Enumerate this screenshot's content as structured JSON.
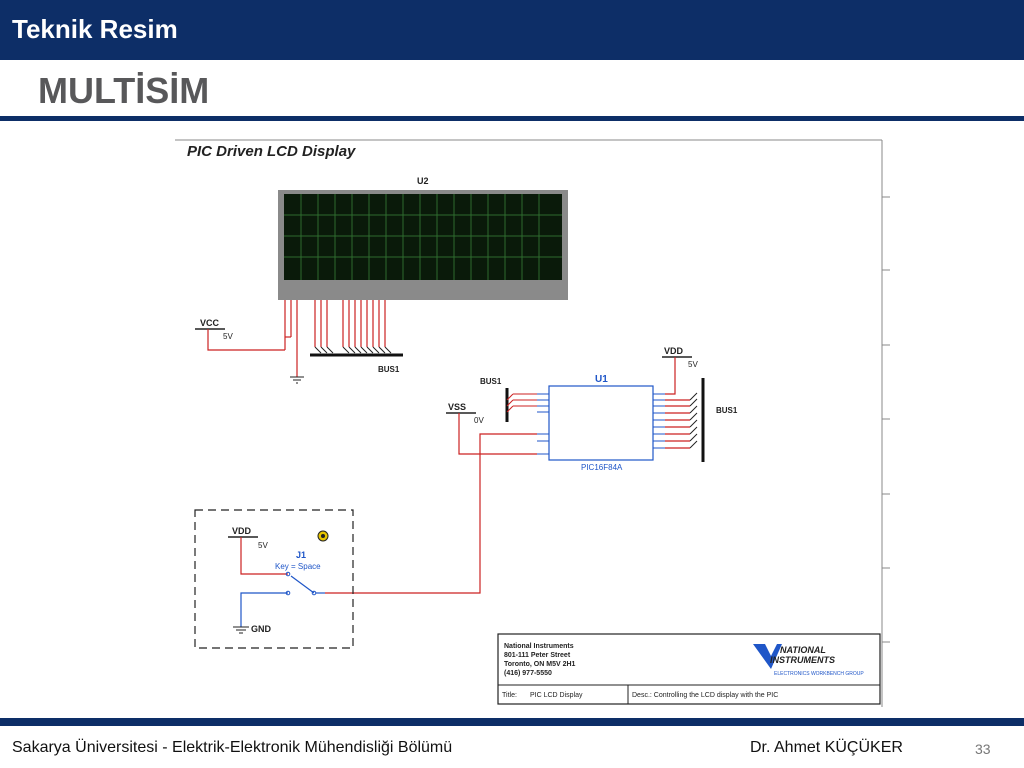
{
  "header": {
    "title": "Teknik Resim"
  },
  "slide": {
    "title": "MULTİSİM"
  },
  "schematic": {
    "title": "PIC Driven LCD Display",
    "lcd": {
      "ref": "U2"
    },
    "vcc": {
      "name": "VCC",
      "value": "5V"
    },
    "bus_label": "BUS1",
    "vdd_top": {
      "name": "VDD",
      "value": "5V"
    },
    "vss": {
      "name": "VSS",
      "value": "0V"
    },
    "mcu": {
      "ref": "U1",
      "part": "PIC16F84A"
    },
    "switch_group": {
      "vdd_name": "VDD",
      "vdd_value": "5V",
      "switch_ref": "J1",
      "switch_key": "Key = Space",
      "gnd": "GND"
    },
    "title_block": {
      "company": "National Instruments",
      "street": "801-111 Peter Street",
      "city": "Toronto, ON M5V 2H1",
      "phone": "(416) 977-5550",
      "logo_line1": "NATIONAL",
      "logo_line2": "INSTRUMENTS",
      "logo_tagline": "ELECTRONICS WORKBENCH GROUP",
      "title_label": "Title:",
      "title_value": "PIC LCD Display",
      "desc": "Desc.: Controlling the LCD display with the PIC"
    }
  },
  "footer": {
    "left": "Sakarya Üniversitesi  - Elektrik-Elektronik Mühendisliği Bölümü",
    "author": "Dr. Ahmet KÜÇÜKER",
    "page": "33"
  },
  "colors": {
    "brand_navy": "#0d2e67",
    "wire_red": "#cc2222",
    "wire_blue": "#1f56c8",
    "lcd_bg": "#0a1a0a",
    "lcd_grid": "#2e6b2e"
  }
}
